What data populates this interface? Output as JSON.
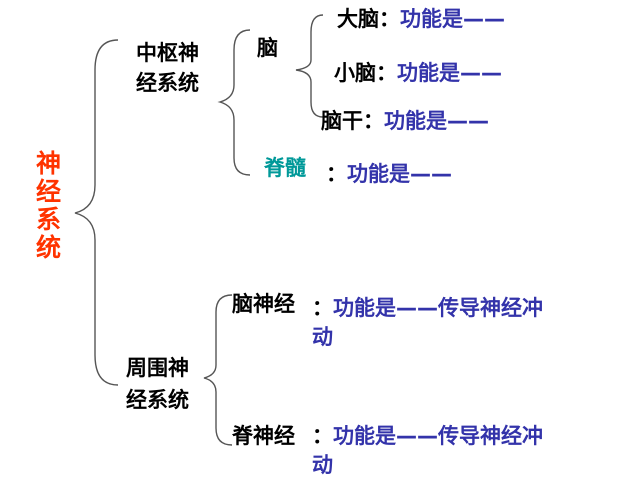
{
  "root": {
    "label_chars": [
      "神",
      "经",
      "系",
      "统"
    ],
    "color": "#ff3300"
  },
  "cns": {
    "label_line1": "中枢神",
    "label_line2": "经系统",
    "brain": {
      "label": "脑",
      "cerebrum": {
        "label": "大脑",
        "sep": "：",
        "function": "功能是——"
      },
      "cerebellum": {
        "label": "小脑",
        "sep": "：",
        "function": "功能是——"
      },
      "brainstem": {
        "label": "脑干",
        "sep": "：",
        "function": "功能是——"
      }
    },
    "spinal_cord": {
      "label": "脊髓",
      "color": "#009999",
      "sep": "：",
      "function": "功能是——"
    }
  },
  "pns": {
    "label_line1": "周围神",
    "label_line2": "经系统",
    "cranial_nerves": {
      "label": "脑神经",
      "sep": "：",
      "function_line1": "功能是——传导神经冲",
      "function_line2": "动"
    },
    "spinal_nerves": {
      "label": "脊神经",
      "sep": "：",
      "function_line1": "功能是——传导神经冲",
      "function_line2": "动"
    }
  },
  "colors": {
    "text": "#000000",
    "function_text": "#3333aa",
    "bracket": "#555555"
  }
}
